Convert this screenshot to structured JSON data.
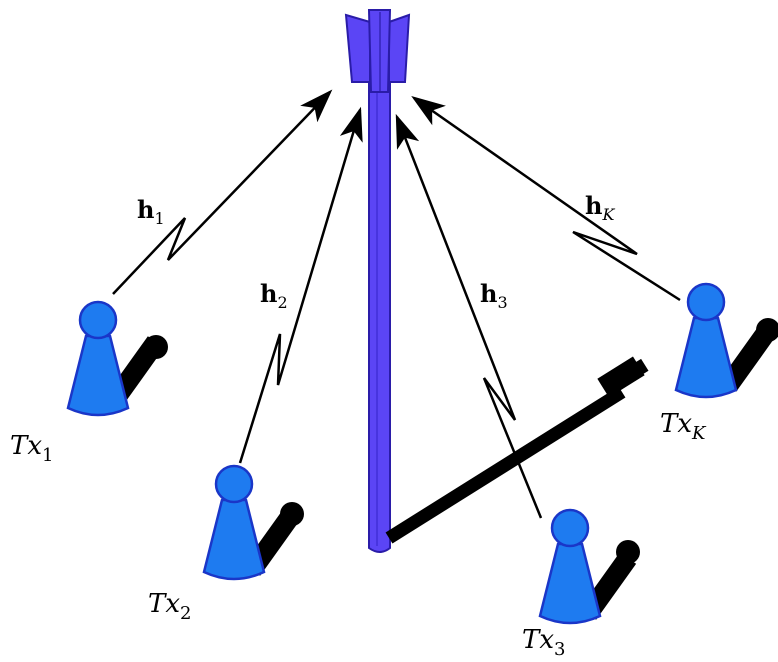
{
  "colors": {
    "antenna": "#5b45f5",
    "antenna_stroke": "#2a1ca8",
    "user_body": "#1e7bf0",
    "user_stroke": "#1a36c8",
    "stick": "#000000",
    "arrow": "#000000"
  },
  "channels": [
    {
      "base": "h",
      "sub": "1"
    },
    {
      "base": "h",
      "sub": "2"
    },
    {
      "base": "h",
      "sub": "3"
    },
    {
      "base": "h",
      "sub": "K"
    }
  ],
  "users": [
    {
      "base": "Tx",
      "sub": "1"
    },
    {
      "base": "Tx",
      "sub": "2"
    },
    {
      "base": "Tx",
      "sub": "3"
    },
    {
      "base": "Tx",
      "sub": "K"
    }
  ],
  "icons": [
    "base-station-antenna-icon",
    "user-figure-icon",
    "wireless-link-arrow-icon"
  ]
}
